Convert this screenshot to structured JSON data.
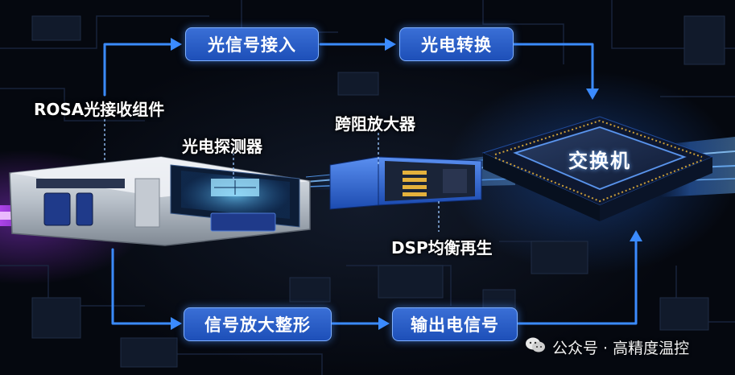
{
  "flow": {
    "top_left": "光信号接入",
    "top_right": "光电转换",
    "bottom_left": "信号放大整形",
    "bottom_right": "输出电信号"
  },
  "labels": {
    "rosa": "ROSA光接收组件",
    "photodetector": "光电探测器",
    "tia": "跨阻放大器",
    "dsp": "DSP均衡再生"
  },
  "chip": {
    "label": "交换机"
  },
  "watermark": {
    "text": "公众号 · 高精度温控",
    "icon": "wechat-icon"
  },
  "colors": {
    "accent_blue": "#2f66d0",
    "arrow_blue": "#3b8bff",
    "glow_purple": "#a33bff"
  }
}
